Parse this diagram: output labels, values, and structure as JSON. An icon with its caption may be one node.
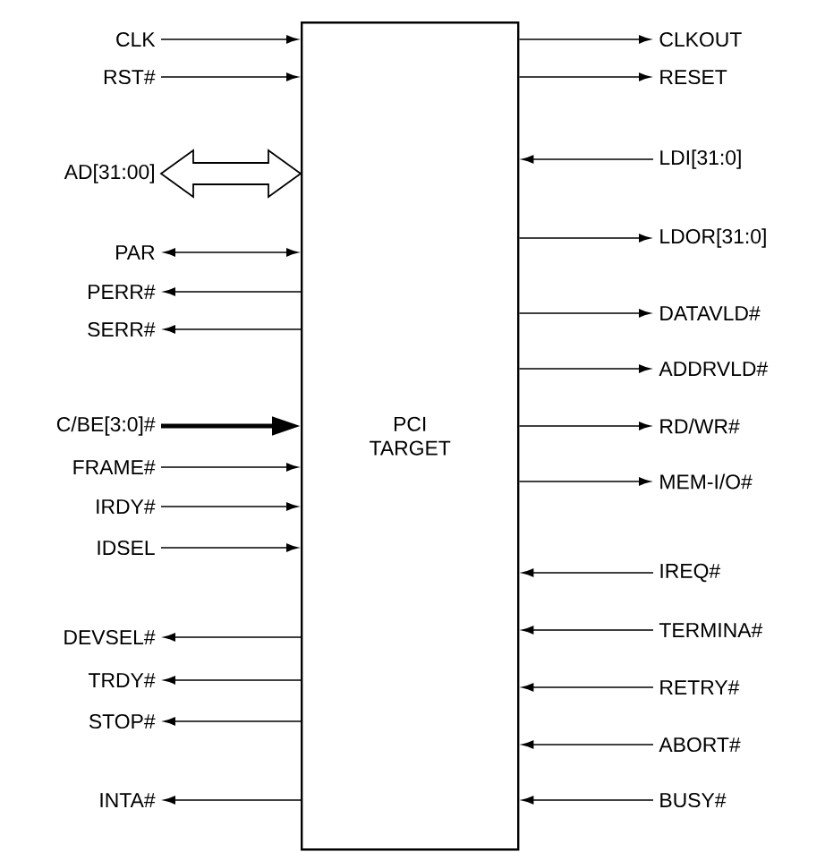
{
  "diagram": {
    "nodes": [
      {
        "text": [
          "PCI TARGET"
        ]
      },
      {
        "text": [
          "CLK"
        ]
      },
      {
        "text": [
          "RST#"
        ]
      },
      {
        "text": [
          "AD[31:00]"
        ]
      },
      {
        "text": [
          "PAR"
        ]
      },
      {
        "text": [
          "PERR#"
        ]
      },
      {
        "text": [
          "SERR#"
        ]
      },
      {
        "text": [
          "C/BE[3:0]#"
        ]
      },
      {
        "text": [
          "FRAME#"
        ]
      },
      {
        "text": [
          "IRDY#"
        ]
      },
      {
        "text": [
          "IDSEL"
        ]
      },
      {
        "text": [
          "DEVSEL#"
        ]
      },
      {
        "text": [
          "TRDY#"
        ]
      },
      {
        "text": [
          "STOP#"
        ]
      },
      {
        "text": [
          "INTA#"
        ]
      },
      {
        "text": [
          "CLKOUT"
        ]
      },
      {
        "text": [
          "RESET"
        ]
      },
      {
        "text": [
          "LDI[31:0]"
        ]
      },
      {
        "text": [
          "LDOR[31:0]"
        ]
      },
      {
        "text": [
          "DATAVLD#"
        ]
      },
      {
        "text": [
          "ADDRVLD#"
        ]
      },
      {
        "text": [
          "RD/WR#"
        ]
      },
      {
        "text": [
          "MEM-I/O#"
        ]
      },
      {
        "text": [
          "IREQ#"
        ]
      },
      {
        "text": [
          "TERMINA#"
        ]
      },
      {
        "text": [
          "RETRY#"
        ]
      },
      {
        "text": [
          "ABORT#"
        ]
      },
      {
        "text": [
          "BUSY#"
        ]
      }
    ],
    "edges": [
      {
        "from": 1,
        "to": 0,
        "arrow": "to"
      },
      {
        "from": 2,
        "to": 0,
        "arrow": "to"
      },
      {
        "from": 3,
        "to": 0,
        "arrow": "both",
        "style": "thick"
      },
      {
        "from": 4,
        "to": 0,
        "arrow": "both"
      },
      {
        "from": 0,
        "to": 5,
        "arrow": "to"
      },
      {
        "from": 0,
        "to": 6,
        "arrow": "to"
      },
      {
        "from": 7,
        "to": 0,
        "arrow": "to",
        "style": "thick"
      },
      {
        "from": 8,
        "to": 0,
        "arrow": "to"
      },
      {
        "from": 9,
        "to": 0,
        "arrow": "to"
      },
      {
        "from": 10,
        "to": 0,
        "arrow": "to"
      },
      {
        "from": 0,
        "to": 11,
        "arrow": "to"
      },
      {
        "from": 0,
        "to": 12,
        "arrow": "to"
      },
      {
        "from": 0,
        "to": 13,
        "arrow": "to"
      },
      {
        "from": 0,
        "to": 14,
        "arrow": "to"
      },
      {
        "from": 0,
        "to": 15,
        "arrow": "to"
      },
      {
        "from": 0,
        "to": 16,
        "arrow": "to"
      },
      {
        "from": 17,
        "to": 0,
        "arrow": "to"
      },
      {
        "from": 0,
        "to": 18,
        "arrow": "to"
      },
      {
        "from": 0,
        "to": 19,
        "arrow": "to"
      },
      {
        "from": 0,
        "to": 20,
        "arrow": "to"
      },
      {
        "from": 0,
        "to": 21,
        "arrow": "to"
      },
      {
        "from": 0,
        "to": 22,
        "arrow": "to"
      },
      {
        "from": 23,
        "to": 0,
        "arrow": "to"
      },
      {
        "from": 24,
        "to": 0,
        "arrow": "to"
      },
      {
        "from": 25,
        "to": 0,
        "arrow": "to"
      },
      {
        "from": 26,
        "to": 0,
        "arrow": "to"
      },
      {
        "from": 27,
        "to": 0,
        "arrow": "to"
      }
    ]
  }
}
